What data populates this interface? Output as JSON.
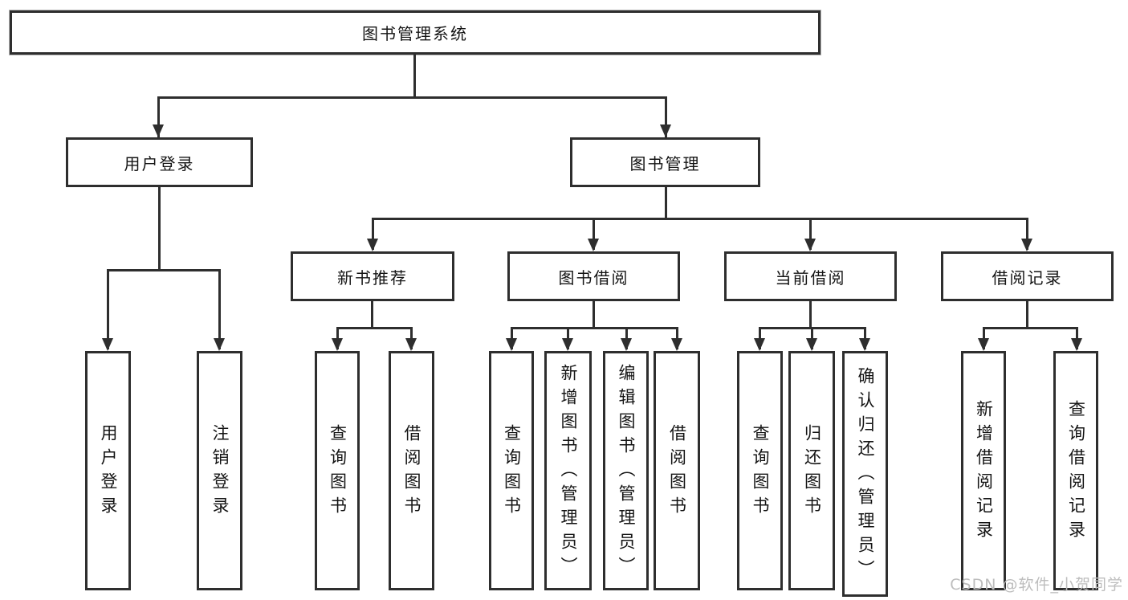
{
  "root": {
    "label": "图书管理系统"
  },
  "branches": {
    "user_login": {
      "label": "用户登录",
      "children": {
        "login": "用户登录",
        "logout": "注销登录"
      }
    },
    "book_mgmt": {
      "label": "图书管理",
      "children": {
        "new_books": {
          "label": "新书推荐",
          "children": {
            "query": "查询图书",
            "borrow": "借阅图书"
          }
        },
        "borrowing": {
          "label": "图书借阅",
          "children": {
            "query": "查询图书",
            "add": "新增图书（管理员）",
            "edit": "编辑图书（管理员）",
            "borrow": "借阅图书"
          }
        },
        "current": {
          "label": "当前借阅",
          "children": {
            "query": "查询图书",
            "return": "归还图书",
            "confirm": "确认归还（管理员）"
          }
        },
        "records": {
          "label": "借阅记录",
          "children": {
            "add": "新增借阅记录",
            "query": "查询借阅记录"
          }
        }
      }
    }
  },
  "watermark": {
    "label": "CSDN @软件_小贺同学"
  },
  "colors": {
    "line": "#2e2e2e",
    "box_border": "#2e2e2e",
    "text": "#141414",
    "watermark": "#bdbdbd",
    "background": "#ffffff"
  }
}
